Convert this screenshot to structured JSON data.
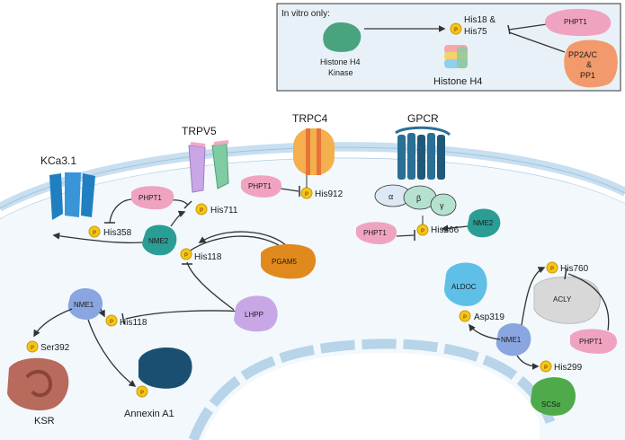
{
  "inset": {
    "title": "In vitro only:",
    "kinase_label_1": "Histone H4",
    "kinase_label_2": "Kinase",
    "site_label_1": "His18 &",
    "site_label_2": "His75",
    "histone_label": "Histone H4",
    "phpt1": "PHPT1",
    "pp_label_1": "PP2A/C",
    "pp_label_2": "&",
    "pp_label_3": "PP1"
  },
  "channels": {
    "kca31": "KCa3.1",
    "trpv5": "TRPV5",
    "trpc4": "TRPC4",
    "gpcr": "GPCR"
  },
  "gprotein": {
    "alpha": "α",
    "beta": "β",
    "gamma": "γ"
  },
  "sites": {
    "his358": "His358",
    "his711": "His711",
    "his912": "His912",
    "his266": "His266",
    "his118_nme2": "His118",
    "his118_nme1": "His118",
    "ser392": "Ser392",
    "his760": "His760",
    "asp319": "Asp319",
    "his299": "His299"
  },
  "proteins": {
    "phpt1_kca": "PHPT1",
    "phpt1_trpc4": "PHPT1",
    "phpt1_gpcr": "PHPT1",
    "phpt1_acly": "PHPT1",
    "nme2_main": "NME2",
    "nme2_gpcr": "NME2",
    "nme1_left": "NME1",
    "nme1_right": "NME1",
    "pgam5": "PGAM5",
    "lhpp": "LHPP",
    "aldoc": "ALDOC",
    "acly": "ACLY",
    "scsa": "SCSα",
    "ksr": "KSR",
    "annexin": "Annexin A1"
  },
  "phospho_symbol": "P",
  "colors": {
    "phospho": "#f5c518",
    "phpt1": "#f0a3c0",
    "nme": "#8aa6e0",
    "nme2": "#2a9d95",
    "pgam5": "#e08a1e",
    "lhpp": "#c9a7e6",
    "membrane": "#c8dff0",
    "channel_blue": "#1f7fc0",
    "gpcr_blue": "#2a6f95",
    "trpc4": "#f3b04c",
    "aldoc": "#5ec0e6",
    "acly": "#d8d8d8",
    "scsa": "#4faa4a",
    "ksr": "#b86a5c",
    "annexin": "#1b4f72"
  }
}
